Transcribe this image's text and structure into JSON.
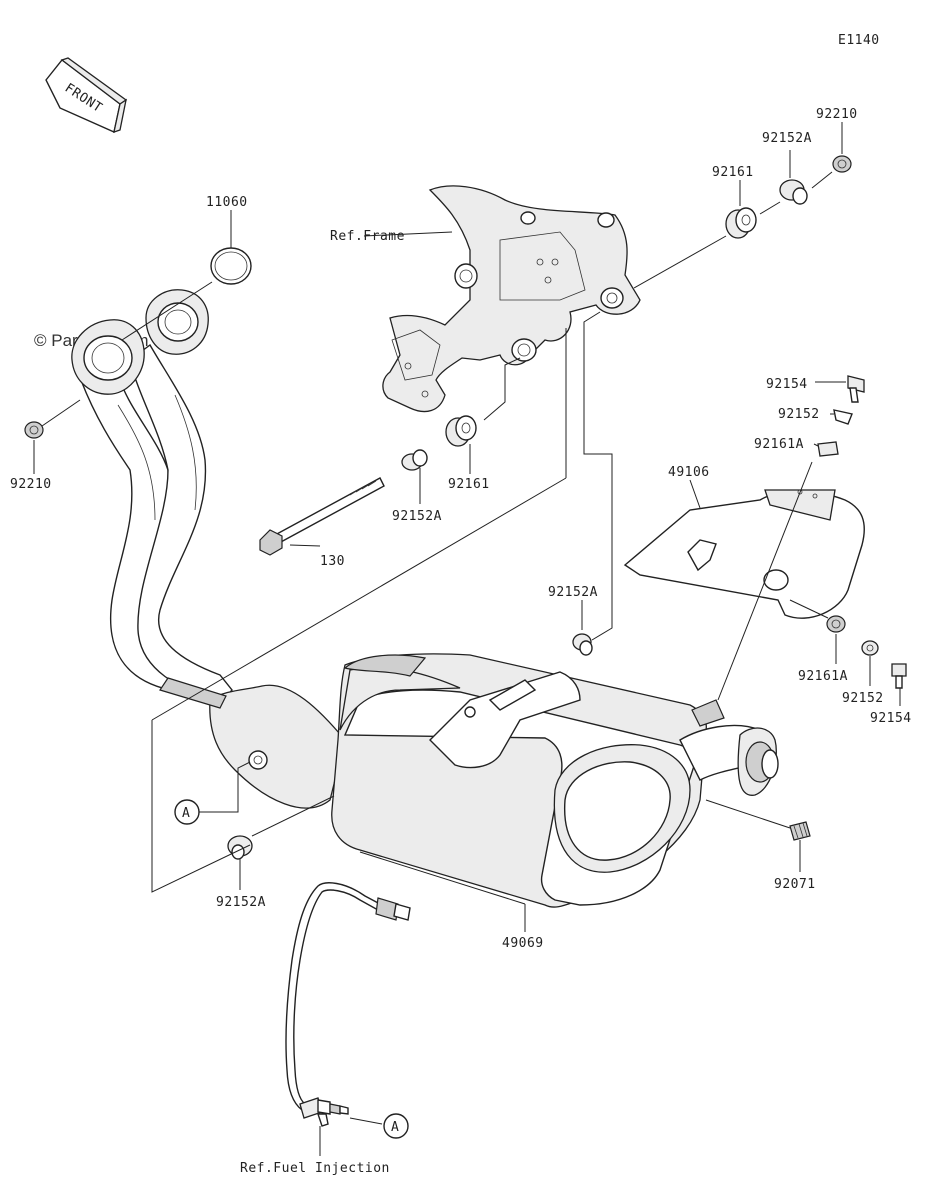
{
  "diagram_code": "E1140",
  "watermark": "© Partzilla.com",
  "front_label": "FRONT",
  "refs": {
    "frame": "Ref.Frame",
    "fuel_injection": "Ref.Fuel Injection"
  },
  "callout_letter": "A",
  "parts": {
    "gasket_11060": "11060",
    "nut_92210_top": "92210",
    "nut_92210_left": "92210",
    "collar_92152A_top": "92152A",
    "collar_92152A_mid": "92152A",
    "collar_92152A_right": "92152A",
    "collar_92152A_bottom": "92152A",
    "damper_92161_top": "92161",
    "damper_92161_mid": "92161",
    "bolt_130": "130",
    "bolt_92154_top": "92154",
    "bolt_92154_bottom": "92154",
    "collar_92152_top": "92152",
    "collar_92152_bottom": "92152",
    "damper_92161A_top": "92161A",
    "damper_92161A_bottom": "92161A",
    "cover_49106": "49106",
    "muffler_49069": "49069",
    "damper_92071": "92071"
  }
}
